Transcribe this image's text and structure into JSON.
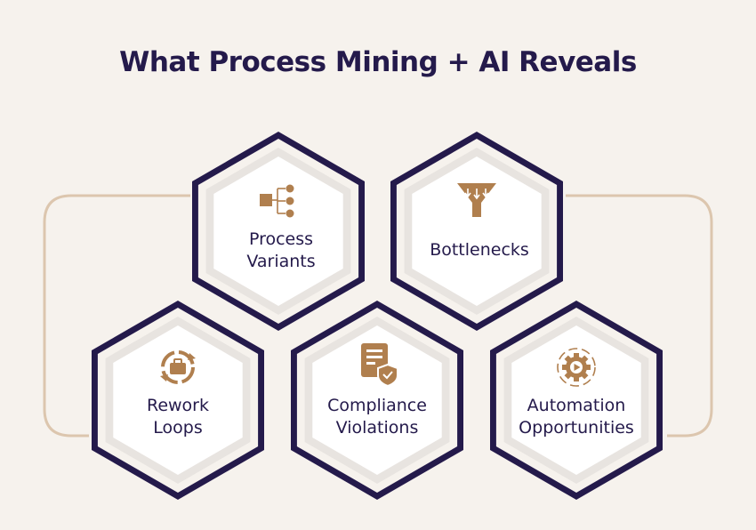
{
  "title": "What Process Mining + AI Reveals",
  "colors": {
    "background": "#f6f2ed",
    "hex_border": "#241a4b",
    "hex_fill": "#ffffff",
    "hex_ring": "#e8e4e0",
    "icon": "#b07f4e",
    "connector": "#dcc6ae",
    "text": "#241a4b"
  },
  "items": [
    {
      "id": "process-variants",
      "lines": [
        "Process",
        "Variants"
      ],
      "icon": "branching-flow-icon"
    },
    {
      "id": "bottlenecks",
      "lines": [
        "Bottlenecks"
      ],
      "icon": "funnel-icon"
    },
    {
      "id": "rework-loops",
      "lines": [
        "Rework",
        "Loops"
      ],
      "icon": "cycle-briefcase-icon"
    },
    {
      "id": "compliance-violations",
      "lines": [
        "Compliance",
        "Violations"
      ],
      "icon": "document-shield-icon"
    },
    {
      "id": "automation-opportunities",
      "lines": [
        "Automation",
        "Opportunities"
      ],
      "icon": "gear-play-icon"
    }
  ]
}
